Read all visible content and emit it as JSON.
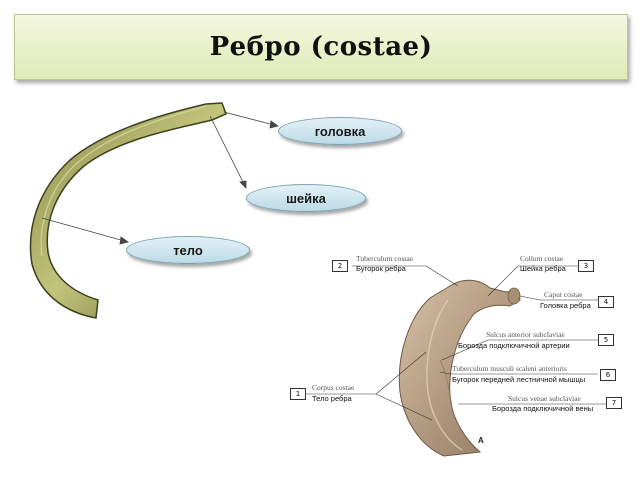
{
  "title": "Ребро (costae)",
  "left_labels": {
    "head": "головка",
    "neck": "шейка",
    "body": "тело"
  },
  "callouts": [
    {
      "num": "2",
      "latin": "Tuberculum costae",
      "russian": "Бугорок ребра"
    },
    {
      "num": "3",
      "latin": "Collum costae",
      "russian": "Шейка ребра"
    },
    {
      "num": "4",
      "latin": "Caput costae",
      "russian": "Головка ребра"
    },
    {
      "num": "5",
      "latin": "Sulcus anterior subclaviae",
      "russian": "Борозда подключичной артерии"
    },
    {
      "num": "6",
      "latin": "Tuberculum musculi scaleni anterioris",
      "russian": "Бугорок передней лестничной мышцы"
    },
    {
      "num": "1",
      "latin": "Corpus costae",
      "russian": "Тело ребра"
    },
    {
      "num": "7",
      "latin": "Sulcus venae subclaviae",
      "russian": "Борозда подключичной вены"
    }
  ],
  "figure_letter": "A"
}
